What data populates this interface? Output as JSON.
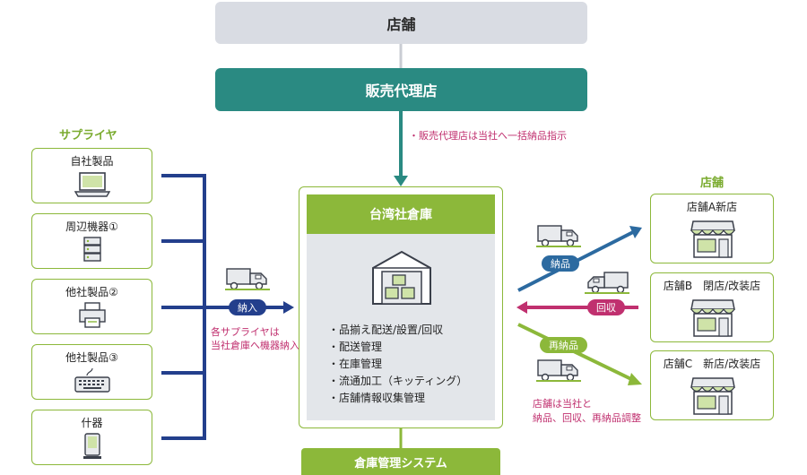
{
  "top_store": "店舗",
  "dealer": "販売代理店",
  "dealer_note": "・販売代理店は当社へ一括納品指示",
  "suppliers": {
    "title": "サプライヤ",
    "items": [
      {
        "label": "自社製品",
        "icon": "laptop-icon"
      },
      {
        "label": "周辺機器①",
        "icon": "server-icon"
      },
      {
        "label": "他社製品②",
        "icon": "printer-icon"
      },
      {
        "label": "他社製品③",
        "icon": "keyboard-icon"
      },
      {
        "label": "什器",
        "icon": "kiosk-icon"
      }
    ]
  },
  "inbound": {
    "label": "納入",
    "note_line1": "各サプライヤは",
    "note_line2": "当社倉庫へ機器納入"
  },
  "warehouse": {
    "title": "台湾社倉庫",
    "operations": [
      "・品揃え配送/設置/回収",
      "・配送管理",
      "・在庫管理",
      "・流通加工（キッティング）",
      "・店舗情報収集管理"
    ]
  },
  "wms": "倉庫管理システム",
  "stores": {
    "title": "店舗",
    "items": [
      {
        "label": "店舗A新店"
      },
      {
        "label": "店舗B　閉店/改装店"
      },
      {
        "label": "店舗C　新店/改装店"
      }
    ]
  },
  "flows": {
    "delivery": "納品",
    "collection": "回収",
    "redelivery": "再納品",
    "note_line1": "店舗は当社と",
    "note_line2": "納品、回収、再納品調整"
  },
  "colors": {
    "teal": "#2a8a82",
    "green": "#8cb83a",
    "navy": "#233f8c",
    "blue": "#2c6aa0",
    "magenta": "#c0306f",
    "gray": "#d9dce3"
  }
}
